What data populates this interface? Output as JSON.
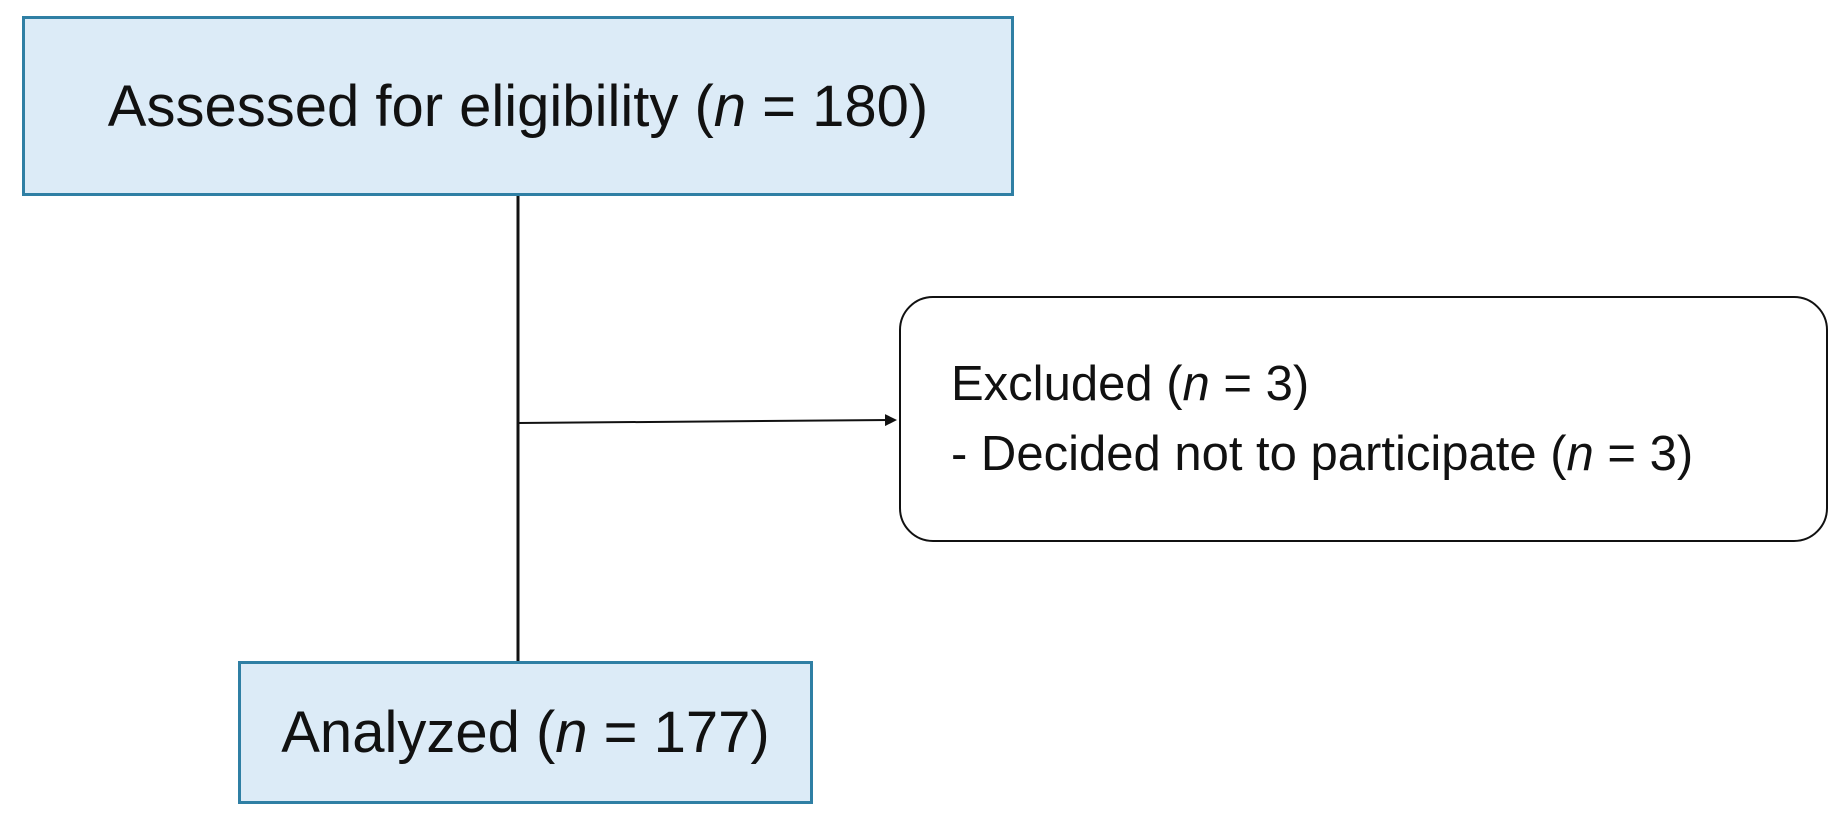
{
  "flow": {
    "assessed": {
      "prefix": "Assessed for eligibility (",
      "var": "n",
      "suffix": " = 180)"
    },
    "excluded": {
      "title_prefix": "Excluded (",
      "title_var": "n",
      "title_suffix": " = 3)",
      "reason_prefix": "- Decided not to participate (",
      "reason_var": "n",
      "reason_suffix": " = 3)"
    },
    "analyzed": {
      "prefix": "Analyzed (",
      "var": "n",
      "suffix": " = 177)"
    }
  },
  "colors": {
    "box_fill": "#dcebf7",
    "box_border": "#2f7fa4",
    "line": "#111111"
  }
}
